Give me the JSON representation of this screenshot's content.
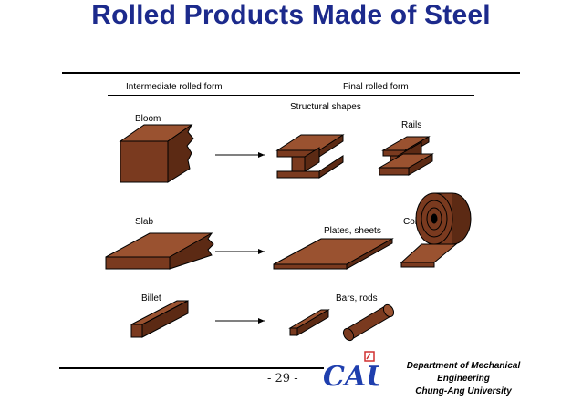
{
  "slide": {
    "title": "Rolled Products Made of Steel",
    "headers": {
      "intermediate": "Intermediate rolled form",
      "final": "Final rolled form"
    },
    "labels": {
      "bloom": "Bloom",
      "structural_shapes": "Structural shapes",
      "rails": "Rails",
      "slab": "Slab",
      "plates_sheets": "Plates, sheets",
      "coils": "Coils",
      "billet": "Billet",
      "bars_rods": "Bars, rods"
    },
    "page_number": "- 29 -",
    "footer": {
      "dept_line1": "Department of Mechanical Engineering",
      "dept_line2": "Chung-Ang University",
      "logo_text": "CAU"
    }
  },
  "colors": {
    "title": "#1c2a8c",
    "steel_front": "#7a3a1f",
    "steel_top": "#9a5230",
    "steel_side": "#5c2a14",
    "logo_blue": "#1f3fae",
    "logo_red": "#d03030"
  }
}
